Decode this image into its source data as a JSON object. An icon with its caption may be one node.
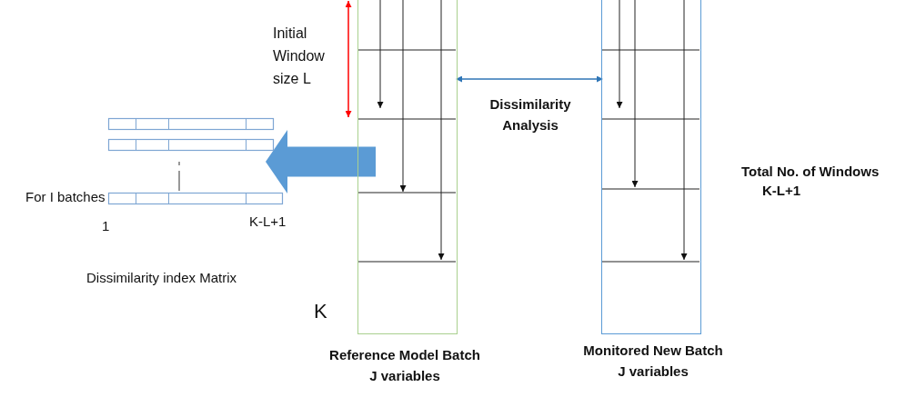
{
  "diagram": {
    "nodes": [
      {
        "text": [],
        "shape": "box",
        "beside": [
          "Reference Model Batch J variables"
        ]
      },
      {
        "text": [],
        "shape": "box",
        "beside": [
          "Monitored New Batch J variables"
        ]
      },
      {
        "text": [],
        "shape": "box"
      }
    ],
    "edges": [
      {
        "from": 0,
        "to": 1,
        "arrow": "both",
        "label": "Dissimilarity Analysis",
        "color": "#2e75b6"
      },
      {
        "from": 0,
        "to": 2,
        "arrow": "to",
        "style": "thick",
        "color": "#5b9bd5"
      }
    ],
    "labels": [
      "Initial Window size L",
      "For I batches",
      "1",
      "K-L+1",
      "Dissimilarity index Matrix",
      "K",
      "Total No. of Windows K-L+1"
    ]
  }
}
